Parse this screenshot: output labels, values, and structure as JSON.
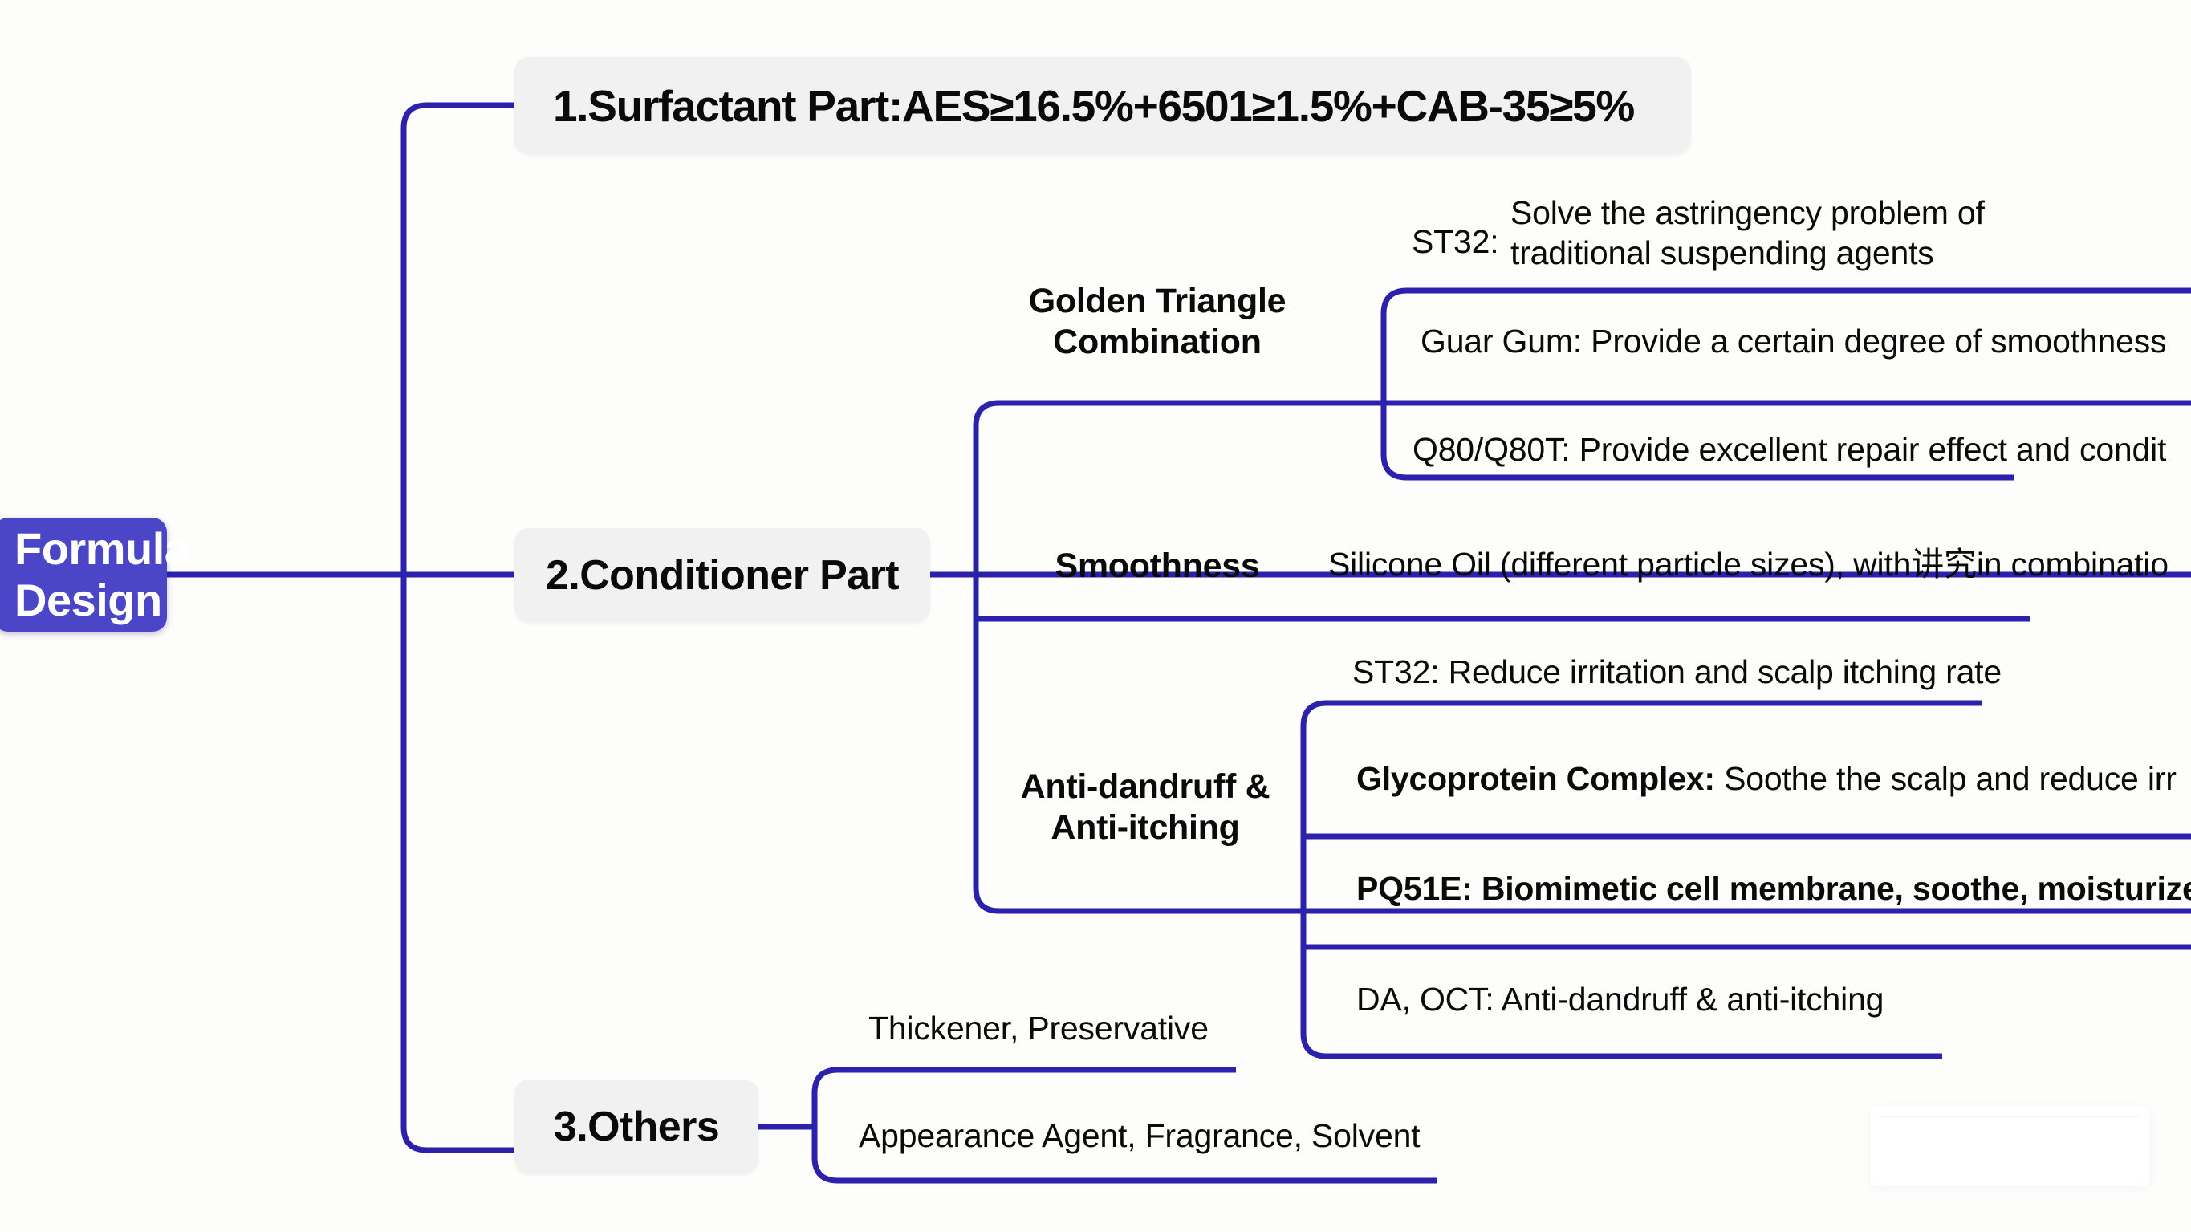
{
  "diagram": {
    "type": "mind-map",
    "title": "Formula Design",
    "orientation": "left-to-right",
    "colors": {
      "root_fill": "#4b45c7",
      "root_text": "#ffffff",
      "branch_fill": "#f1f1f1",
      "branch_text": "#0a0a0a",
      "connector": "#2b21ad",
      "page_background": "#fdfdfb"
    }
  },
  "root": {
    "label": "Formula\nDesign",
    "line1": "Formula",
    "line2": "Design"
  },
  "branches": [
    {
      "id": "surfactant",
      "label": "1.Surfactant Part:AES≥16.5%+6501≥1.5%+CAB-35≥5%"
    },
    {
      "id": "conditioner",
      "label": "2.Conditioner Part",
      "groups": [
        {
          "id": "golden-triangle",
          "label": "Golden Triangle\nCombination",
          "line1": "Golden Triangle",
          "line2": "Combination",
          "leaves": [
            {
              "id": "st32-astringency",
              "tag": "ST32:",
              "body_line1": "Solve the astringency problem of",
              "body_line2": "traditional suspending agents",
              "bold_prefix": false,
              "truncated": false
            },
            {
              "id": "guar-gum",
              "text": "Guar Gum: Provide a certain degree of smoothness",
              "bold_prefix": false,
              "truncated": false
            },
            {
              "id": "q80",
              "text": "Q80/Q80T: Provide excellent repair effect and condit",
              "bold_prefix": false,
              "truncated": true
            }
          ]
        },
        {
          "id": "smoothness",
          "label": "Smoothness",
          "leaves": [
            {
              "id": "silicone-oil",
              "text": "Silicone Oil (different particle sizes), with讲究in combinatio",
              "bold_prefix": false,
              "truncated": true
            }
          ]
        },
        {
          "id": "anti-dandruff",
          "label": "Anti-dandruff &\nAnti-itching",
          "line1": "Anti-dandruff &",
          "line2": "Anti-itching",
          "leaves": [
            {
              "id": "st32-irritation",
              "text": "ST32: Reduce irritation and scalp itching rate",
              "bold_prefix": false,
              "truncated": false
            },
            {
              "id": "glycoprotein",
              "prefix": "Glycoprotein Complex:",
              "text": " Soothe the scalp and reduce irr",
              "bold_prefix": true,
              "truncated": true
            },
            {
              "id": "pq51e",
              "text": "PQ51E: Biomimetic cell membrane, soothe, moisturize",
              "bold_prefix": true,
              "truncated": true
            },
            {
              "id": "da-oct",
              "text": "DA, OCT: Anti-dandruff & anti-itching",
              "bold_prefix": false,
              "truncated": false
            }
          ]
        }
      ]
    },
    {
      "id": "others",
      "label": "3.Others",
      "leaves": [
        {
          "id": "thickener",
          "text": "Thickener, Preservative"
        },
        {
          "id": "appearance",
          "text": "Appearance Agent, Fragrance, Solvent"
        }
      ]
    }
  ]
}
